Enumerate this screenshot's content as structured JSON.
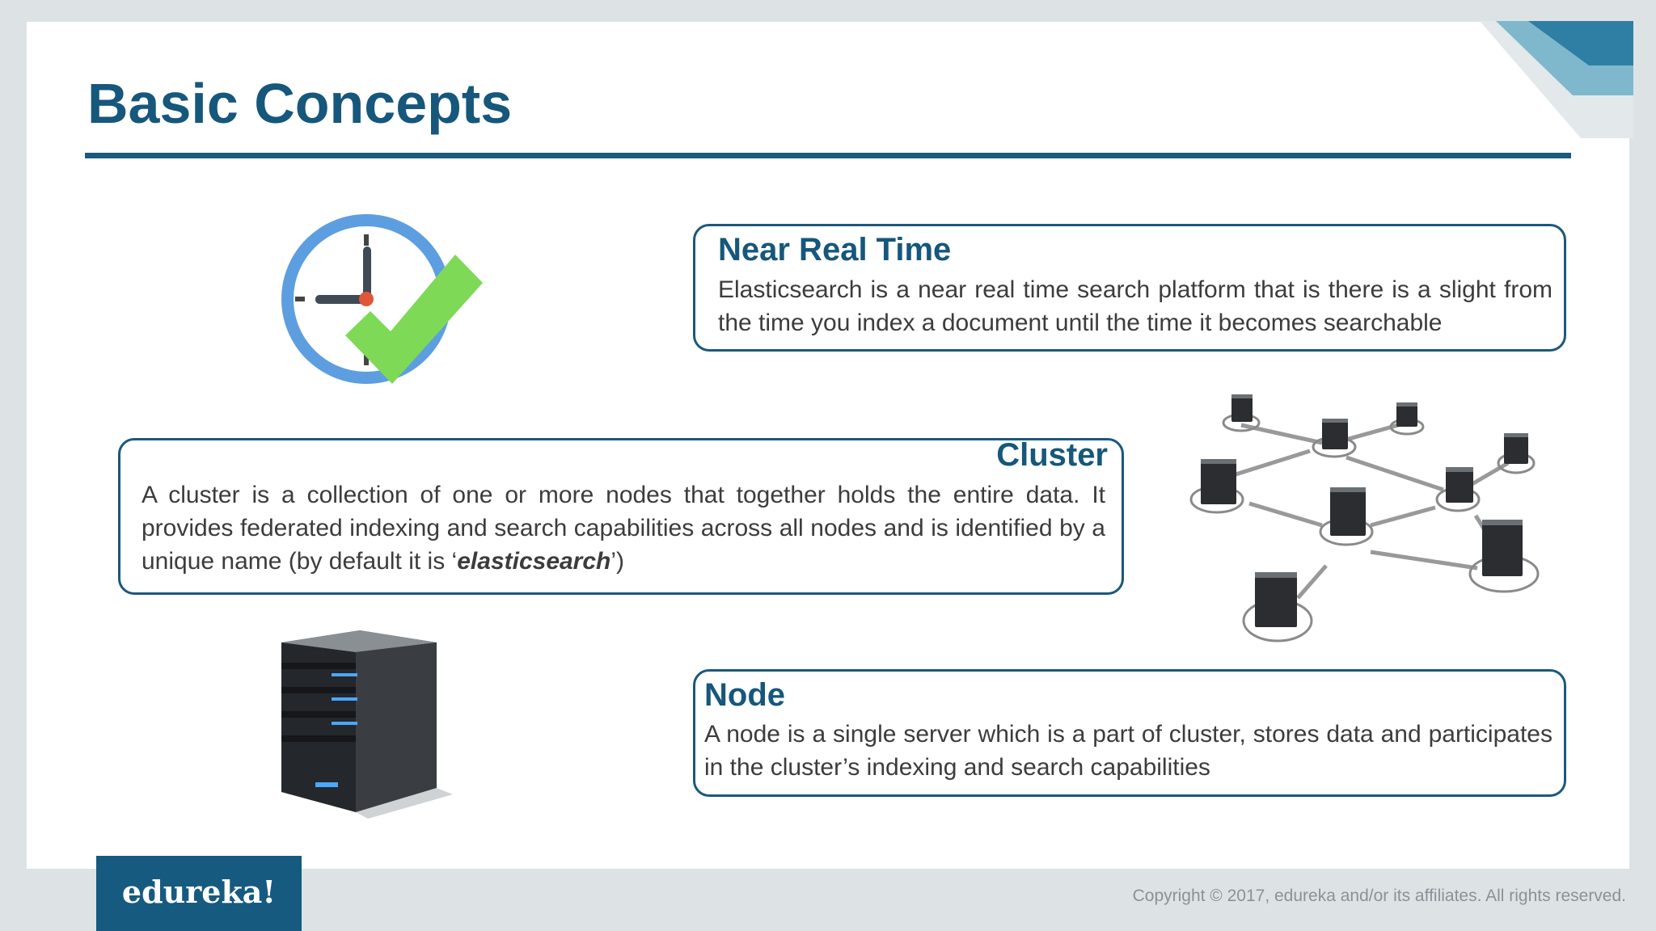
{
  "slide": {
    "title": "Basic Concepts"
  },
  "near_real_time": {
    "title": "Near Real Time",
    "text": "Elasticsearch is a near real time search platform that is there is a slight from the time you index a document until the time it becomes searchable",
    "icon": "clock-check-icon"
  },
  "cluster": {
    "title": "Cluster",
    "text_before": "A cluster is a collection of one or more nodes that together holds the entire data. It provides federated indexing and search capabilities across all nodes and is identified by a unique name (by default it is ‘",
    "text_emphasis": "elasticsearch",
    "text_after": "’)",
    "icon": "server-network-icon"
  },
  "node": {
    "title": "Node",
    "text": "A node is a single server which is a part of cluster, stores data and participates in the cluster’s indexing and search capabilities",
    "icon": "server-icon"
  },
  "footer": {
    "logo": "edureka!",
    "copyright": "Copyright © 2017, edureka and/or its affiliates. All rights reserved."
  },
  "colors": {
    "brand": "#16577c",
    "check": "#7ed957",
    "clock_ring": "#5d9ee0"
  }
}
